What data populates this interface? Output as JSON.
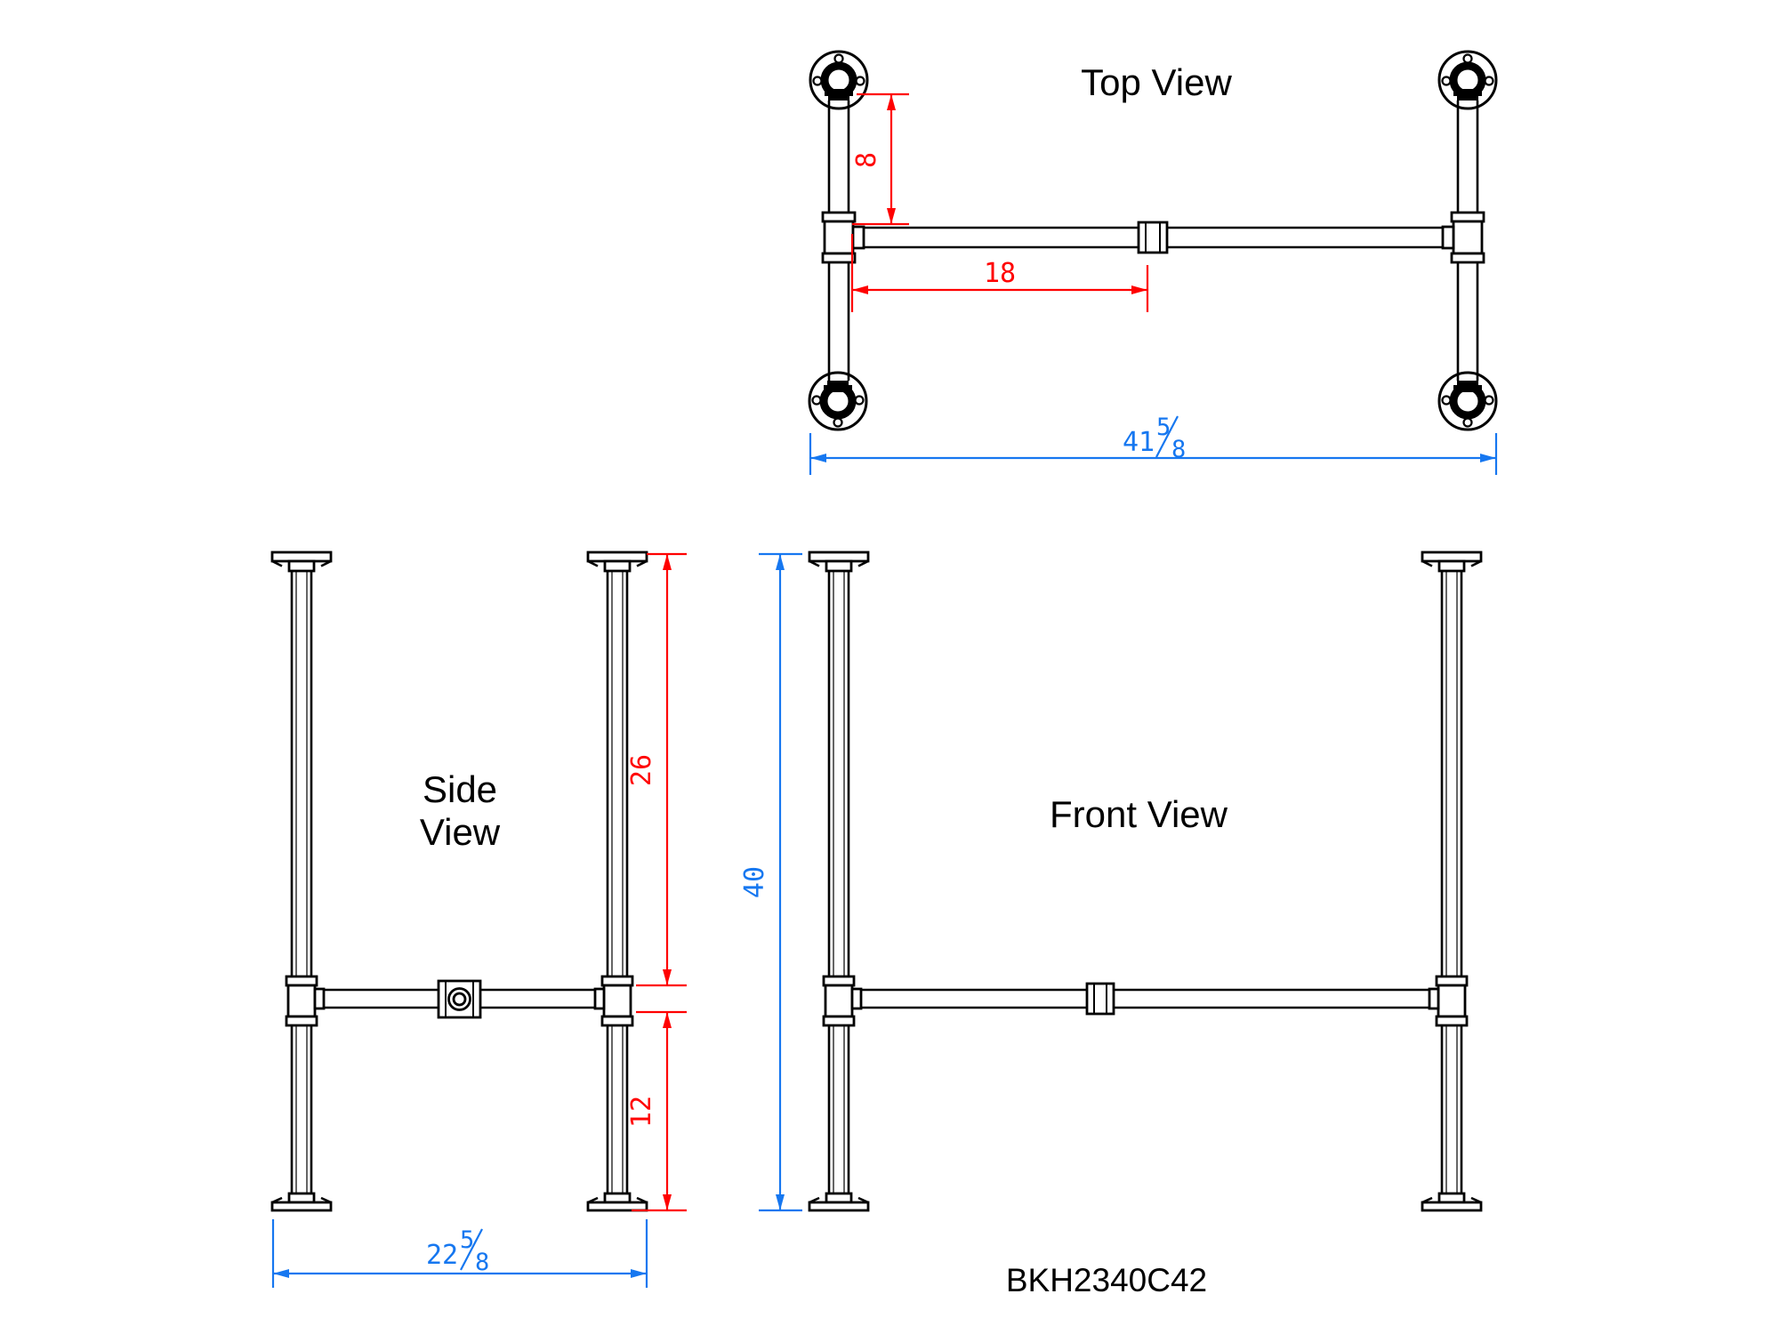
{
  "drawing": {
    "model_number": "BKH2340C42",
    "colors": {
      "lines": "#000000",
      "dimension_red": "#ff0000",
      "dimension_blue": "#1677f0",
      "background": "#ffffff"
    },
    "views": {
      "top": {
        "title": "Top View",
        "dims": {
          "flange_to_stretcher": "8",
          "tee_to_coupling": "18",
          "overall_width": {
            "whole": "41",
            "numerator": "5",
            "denominator": "8"
          }
        }
      },
      "side": {
        "title_line1": "Side",
        "title_line2": "View",
        "dims": {
          "top_to_crossbar": "26",
          "crossbar_to_floor": "12",
          "overall_depth": {
            "whole": "22",
            "numerator": "5",
            "denominator": "8"
          }
        }
      },
      "front": {
        "title": "Front View",
        "dims": {
          "overall_height": "40"
        }
      }
    }
  }
}
